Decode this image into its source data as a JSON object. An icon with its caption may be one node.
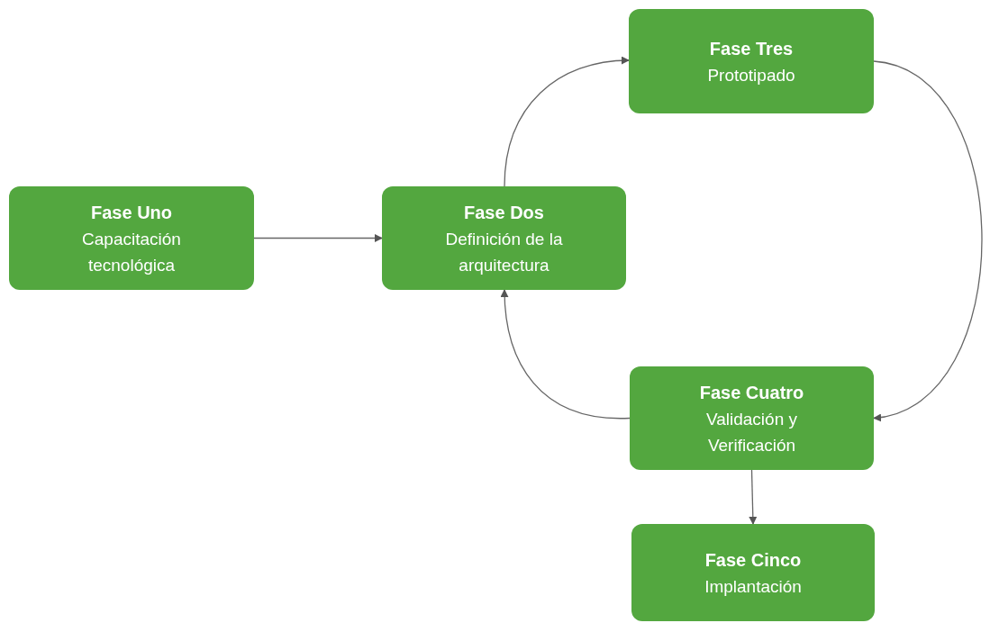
{
  "diagram": {
    "nodes": [
      {
        "text": [
          "Fase Uno",
          "Capacitación tecnológica"
        ]
      },
      {
        "text": [
          "Fase Dos",
          "Definición de la arquitectura"
        ]
      },
      {
        "text": [
          "Fase Tres",
          "Prototipado"
        ]
      },
      {
        "text": [
          "Fase Cuatro",
          "Validación y Verificación"
        ]
      },
      {
        "text": [
          "Fase Cinco",
          "Implantación"
        ]
      }
    ],
    "edges": [
      {
        "from": 0,
        "to": 1,
        "arrow": "to"
      },
      {
        "from": 1,
        "to": 2,
        "arrow": "to"
      },
      {
        "from": 2,
        "to": 3,
        "arrow": "to"
      },
      {
        "from": 3,
        "to": 1,
        "arrow": "to"
      },
      {
        "from": 3,
        "to": 4,
        "arrow": "to"
      }
    ]
  }
}
